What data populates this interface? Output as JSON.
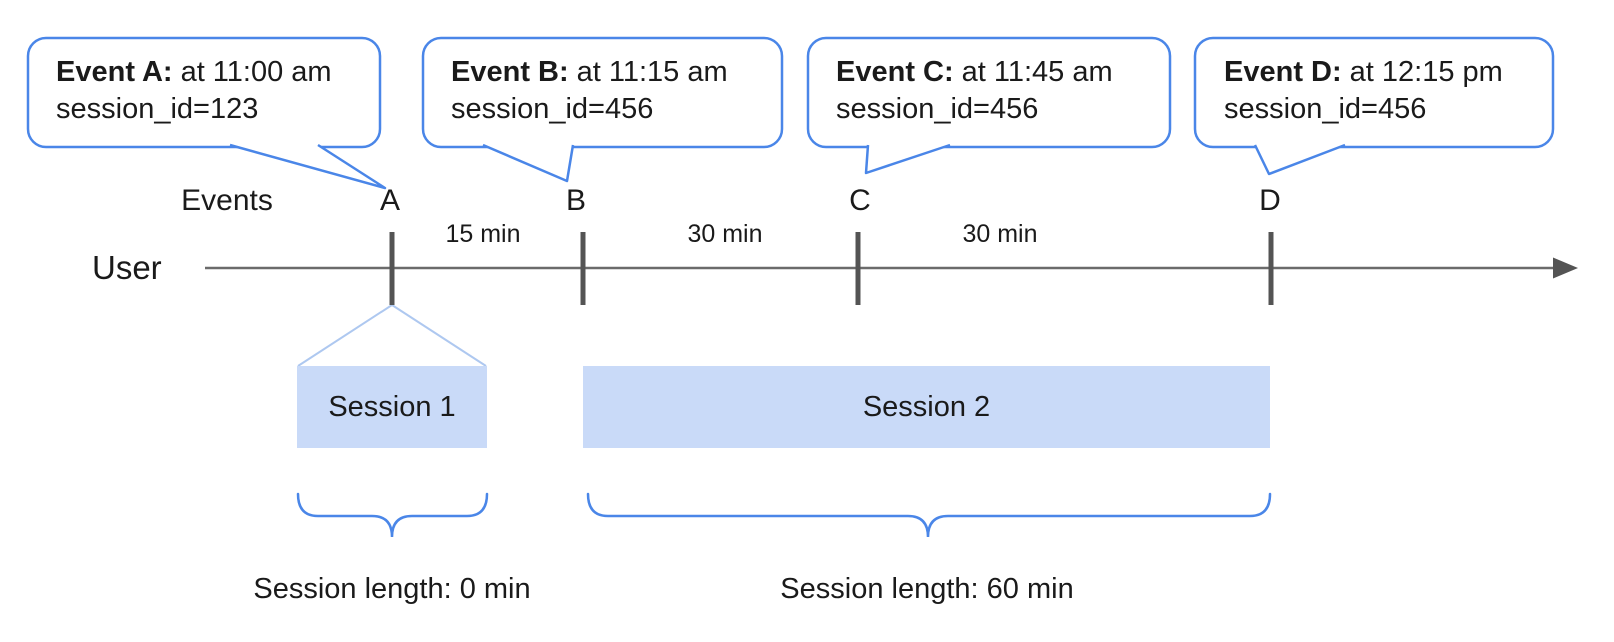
{
  "labels": {
    "events_axis": "Events",
    "user": "User"
  },
  "event_bubbles": [
    {
      "letter": "A",
      "title": "Event A:",
      "time": "at 11:00 am",
      "session": "session_id=123"
    },
    {
      "letter": "B",
      "title": "Event B:",
      "time": "at 11:15 am",
      "session": "session_id=456"
    },
    {
      "letter": "C",
      "title": "Event C:",
      "time": "at 11:45 am",
      "session": "session_id=456"
    },
    {
      "letter": "D",
      "title": "Event D:",
      "time": "at 12:15 pm",
      "session": "session_id=456"
    }
  ],
  "intervals": [
    {
      "label": "15 min"
    },
    {
      "label": "30 min"
    },
    {
      "label": "30 min"
    }
  ],
  "sessions": [
    {
      "name": "Session 1",
      "length": "Session length: 0 min"
    },
    {
      "name": "Session 2",
      "length": "Session length: 60 min"
    }
  ],
  "colors": {
    "bubble_border": "#4a86e8",
    "brace_blue": "#4a86e8",
    "funnel_light_blue": "#aec8f0",
    "session_fill": "#c9daf8",
    "timeline_gray": "#6b6b6b",
    "tick_gray": "#545454",
    "text_black": "#1a1a1a"
  }
}
